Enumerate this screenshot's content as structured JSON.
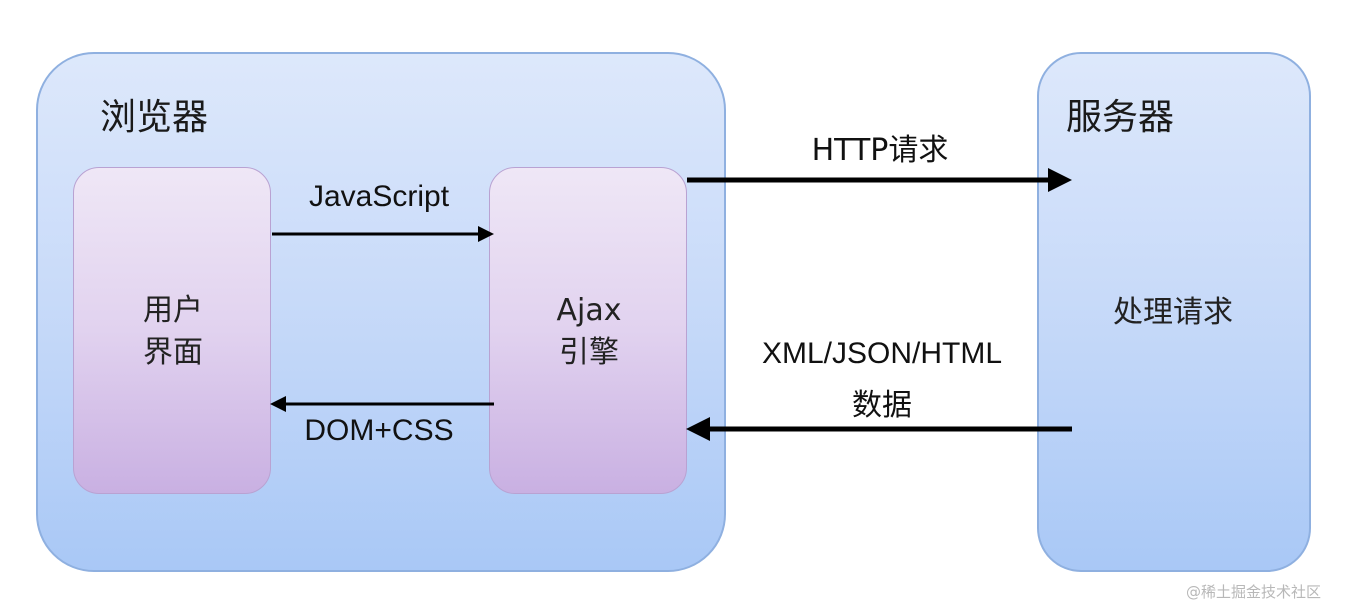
{
  "browser": {
    "title": "浏览器",
    "user_interface": {
      "line1": "用户",
      "line2": "界面"
    },
    "ajax_engine": {
      "line1": "Ajax",
      "line2": "引擎"
    }
  },
  "server": {
    "title": "服务器",
    "process": "处理请求"
  },
  "arrows": {
    "javascript": "JavaScript",
    "dom_css": "DOM+CSS",
    "http_request": "HTTP请求",
    "response_line1": "XML/JSON/HTML",
    "response_line2": "数据"
  },
  "watermark": "@稀土掘金技术社区"
}
